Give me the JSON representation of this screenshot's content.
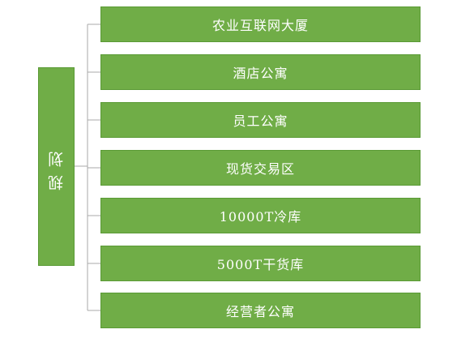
{
  "root": {
    "label": "规划"
  },
  "branches": [
    {
      "label": "农业互联网大厦"
    },
    {
      "label": "酒店公寓"
    },
    {
      "label": "员工公寓"
    },
    {
      "label": "现货交易区"
    },
    {
      "label": "10000T冷库"
    },
    {
      "label": "5000T干货库"
    },
    {
      "label": "经营者公寓"
    }
  ],
  "colors": {
    "box_fill": "#70ad47",
    "box_border": "#5a9a35",
    "text": "#ffffff",
    "connector": "#a9a9a9"
  }
}
